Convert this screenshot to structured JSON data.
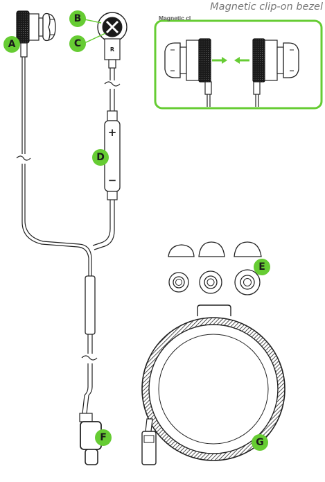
{
  "inset": {
    "title": "Magnetic clip-on bezel",
    "subtitle": "Magnetic cl"
  },
  "callouts": [
    {
      "id": "A",
      "label": "A"
    },
    {
      "id": "B",
      "label": "B"
    },
    {
      "id": "C",
      "label": "C"
    },
    {
      "id": "D",
      "label": "D"
    },
    {
      "id": "E",
      "label": "E"
    },
    {
      "id": "F",
      "label": "F"
    },
    {
      "id": "G",
      "label": "G"
    }
  ],
  "controls": {
    "plus": "+",
    "minus": "−",
    "r_mark": "R"
  },
  "colors": {
    "accent": "#66cc33",
    "line": "#222222"
  }
}
